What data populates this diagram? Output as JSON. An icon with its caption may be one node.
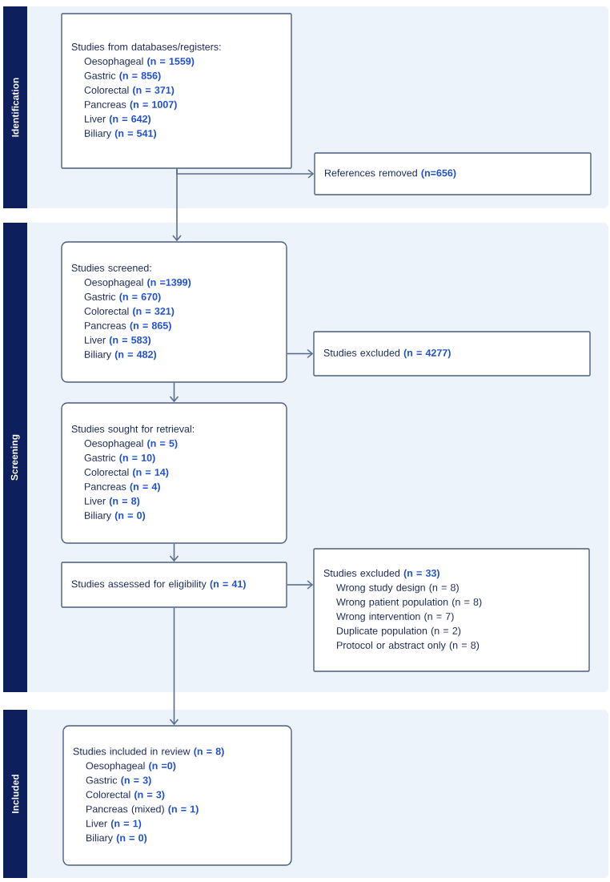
{
  "diagram": {
    "nodes": [
      {
        "text": [
          "Identification"
        ]
      },
      {
        "text": [
          "Studies from databases/registers:",
          "Oesophageal **(n = 1559)**",
          "Gastric  **(n = 856)**",
          "Colorectal **(n = 371)**",
          "Pancreas **(n = 1007)**",
          "Liver **(n = 642)**",
          "Biliary **(n = 541)**"
        ],
        "in": 0
      },
      {
        "text": [
          "References removed **(n=656)**"
        ],
        "in": 0
      },
      {
        "text": [
          "Screening"
        ]
      },
      {
        "text": [
          "Studies screened:",
          "Oesophageal **(n =1399)**",
          "Gastric  **(n = 670)**",
          "Colorectal **(n = 321)**",
          "Pancreas **(n = 865)**",
          "Liver **(n = 583)**",
          "Biliary **(n = 482)**"
        ],
        "in": 3
      },
      {
        "text": [
          "Studies excluded **(n = 4277)**"
        ],
        "in": 3
      },
      {
        "text": [
          "Studies sought for retrieval:",
          "Oesophageal **(n = 5)**",
          "Gastric  **(n = 10)**",
          "Colorectal **(n = 14)**",
          "Pancreas **(n = 4)**",
          "Liver **(n = 8)**",
          "Biliary **(n = 0)**"
        ],
        "in": 3
      },
      {
        "text": [
          "Studies assessed for eligibility **(n = 41)**"
        ],
        "in": 3
      },
      {
        "text": [
          "Studies excluded **(n = 33)**",
          "Wrong study design (n = 8)",
          "Wrong patient population (n = 8)",
          "Wrong intervention (n = 7)",
          "Duplicate population (n = 2)",
          "Protocol or abstract only (n = 8)"
        ],
        "in": 3
      },
      {
        "text": [
          "Included"
        ]
      },
      {
        "text": [
          "Studies included in review **(n = 8)**",
          "Oesophageal **(n =0)**",
          "Gastric  **(n = 3)**",
          "Colorectal **(n = 3)**",
          "Pancreas (mixed) **(n = 1)**",
          "Liver **(n = 1)**",
          "Biliary **(n = 0)**"
        ],
        "in": 9
      }
    ],
    "edges": [
      {
        "from": 1,
        "to": 2,
        "arrow": "to"
      },
      {
        "from": 1,
        "to": 4,
        "arrow": "to"
      },
      {
        "from": 4,
        "to": 5,
        "arrow": "to"
      },
      {
        "from": 4,
        "to": 6,
        "arrow": "to"
      },
      {
        "from": 6,
        "to": 7,
        "arrow": "to"
      },
      {
        "from": 7,
        "to": 8,
        "arrow": "to"
      },
      {
        "from": 7,
        "to": 10,
        "arrow": "to"
      }
    ]
  }
}
